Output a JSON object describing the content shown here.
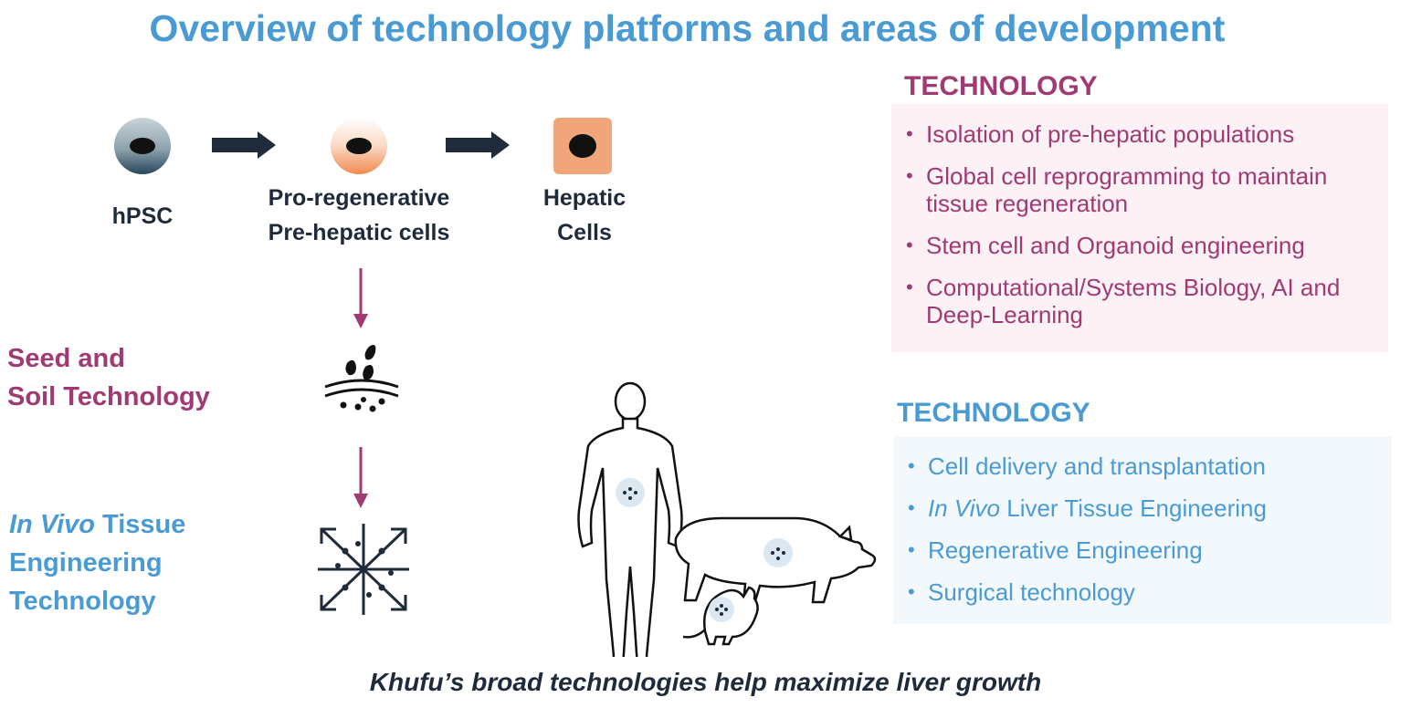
{
  "title": "Overview of technology platforms and areas of development",
  "cells": {
    "hpsc": {
      "label": "hPSC"
    },
    "pre": {
      "line1": "Pro-regenerative",
      "line2": "Pre-hepatic cells"
    },
    "hepatic": {
      "line1": "Hepatic",
      "line2": "Cells"
    }
  },
  "side": {
    "seed": {
      "line1": "Seed and",
      "line2": "Soil Technology"
    },
    "invivo": {
      "italic": "In Vivo",
      "rest1": " Tissue",
      "line2": "Engineering",
      "line3": "Technology"
    }
  },
  "panel_top": {
    "heading": "TECHNOLOGY",
    "items": [
      "Isolation of pre-hepatic populations",
      "Global cell reprogramming to maintain",
      "tissue regeneration",
      "Stem cell and Organoid engineering",
      "Computational/Systems Biology, AI and",
      "Deep-Learning"
    ]
  },
  "panel_bottom": {
    "heading": "TECHNOLOGY",
    "items": [
      "Cell delivery and transplantation",
      "In Vivo",
      " Liver Tissue Engineering",
      "Regenerative Engineering",
      "Surgical technology"
    ]
  },
  "tagline": "Khufu’s broad technologies help maximize liver growth",
  "icons": [
    "hpsc-cell-icon",
    "pre-hepatic-cell-icon",
    "hepatic-cell-icon",
    "seed-soil-icon",
    "tissue-engineering-icon",
    "human-figure-icon",
    "pig-icon",
    "mouse-icon"
  ],
  "colors": {
    "title": "#4a9bd4",
    "plum": "#a03a73",
    "navy": "#1f2a3a",
    "hepatic": "#f0a57a"
  }
}
